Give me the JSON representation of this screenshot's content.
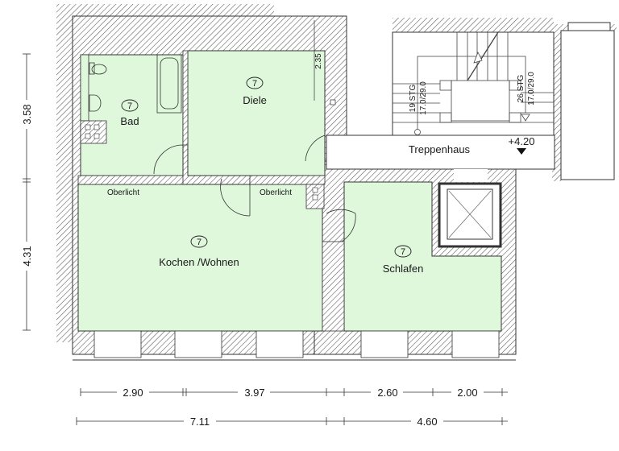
{
  "plan": {
    "colors": {
      "room_fill": "#dff8dc",
      "wall_line": "#333333",
      "hatch": "#555555",
      "background": "#ffffff"
    },
    "rooms": [
      {
        "id": "bad",
        "number": "7",
        "name": "Bad"
      },
      {
        "id": "diele",
        "number": "7",
        "name": "Diele"
      },
      {
        "id": "kochen",
        "number": "7",
        "name": "Kochen /Wohnen"
      },
      {
        "id": "schlafen",
        "number": "7",
        "name": "Schlafen"
      },
      {
        "id": "treppenhaus",
        "name": "Treppenhaus"
      }
    ],
    "annotations": {
      "oberlicht_left": "Oberlicht",
      "oberlicht_right": "Oberlicht",
      "height_diele": "2.35",
      "level": "+4.20",
      "stair_left_count": "19 STG",
      "stair_left_ratio": "17.0/29.0",
      "stair_right_count": "26 STG",
      "stair_right_ratio": "17.0/29.0"
    },
    "dimensions": {
      "vertical": [
        "3.58",
        "4.31"
      ],
      "bottom_row1": [
        "2.90",
        "3.97",
        "2.60",
        "2.00"
      ],
      "bottom_row2": [
        "7.11",
        "4.60"
      ]
    }
  }
}
